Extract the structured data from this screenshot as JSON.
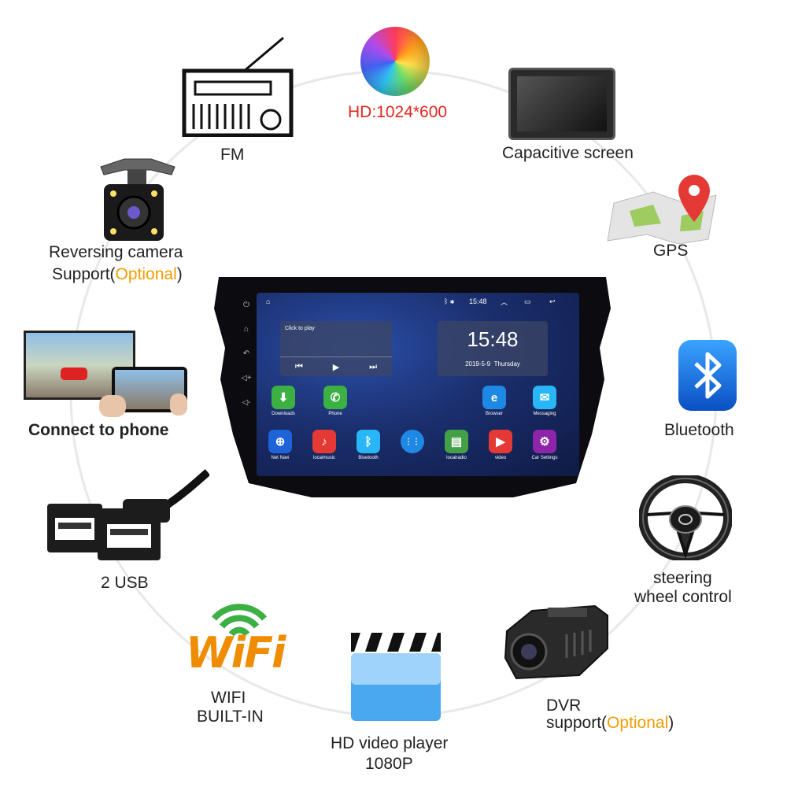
{
  "features": {
    "hd": "HD:1024*600",
    "fm": "FM",
    "capacitive": "Capacitive screen",
    "gps": "GPS",
    "reversing_line1": "Reversing camera",
    "reversing_line2_pre": "Support(",
    "reversing_line2_opt": "Optional",
    "reversing_line2_post": ")",
    "phone": "Connect to phone",
    "bluetooth": "Bluetooth",
    "usb": "2 USB",
    "steering_line1": "steering",
    "steering_line2": "wheel control",
    "wifi_line1": "WIFI",
    "wifi_line2": "BUILT-IN",
    "wifi_logo": "WiFi",
    "video_line1": "HD video player",
    "video_line2": "1080P",
    "dvr_line1": "DVR",
    "dvr_line2_pre": "support(",
    "dvr_line2_opt": "Optional",
    "dvr_line2_post": ")"
  },
  "screen": {
    "time_status": "15:48",
    "clock": "15:48",
    "date": "2019-5-9",
    "weekday": "Thursday",
    "media_prompt": "Click to play",
    "apps_row1": [
      {
        "label": "Downloads",
        "color": "#3cb043",
        "glyph": "⬇"
      },
      {
        "label": "Phone",
        "color": "#3cb043",
        "glyph": "✆"
      },
      {
        "label": "Browser",
        "color": "#1e88e5",
        "glyph": "e"
      },
      {
        "label": "Messaging",
        "color": "#29b6f6",
        "glyph": "✉"
      }
    ],
    "apps_row2": [
      {
        "label": "Net Navi",
        "color": "#1e63d8",
        "glyph": "⊕"
      },
      {
        "label": "localmusic",
        "color": "#e53935",
        "glyph": "♪"
      },
      {
        "label": "Bluetooth",
        "color": "#29b6f6",
        "glyph": "ᛒ"
      },
      {
        "label": "",
        "color": "#1e88e5",
        "glyph": "⋮⋮"
      },
      {
        "label": "localradio",
        "color": "#43a047",
        "glyph": "▤"
      },
      {
        "label": "video",
        "color": "#e53935",
        "glyph": "▶"
      },
      {
        "label": "Car Settings",
        "color": "#8e24aa",
        "glyph": "⚙"
      }
    ]
  },
  "colors": {
    "accent_red": "#e0261e",
    "optional_orange": "#f39c00",
    "ring": "#e8e8e8"
  }
}
